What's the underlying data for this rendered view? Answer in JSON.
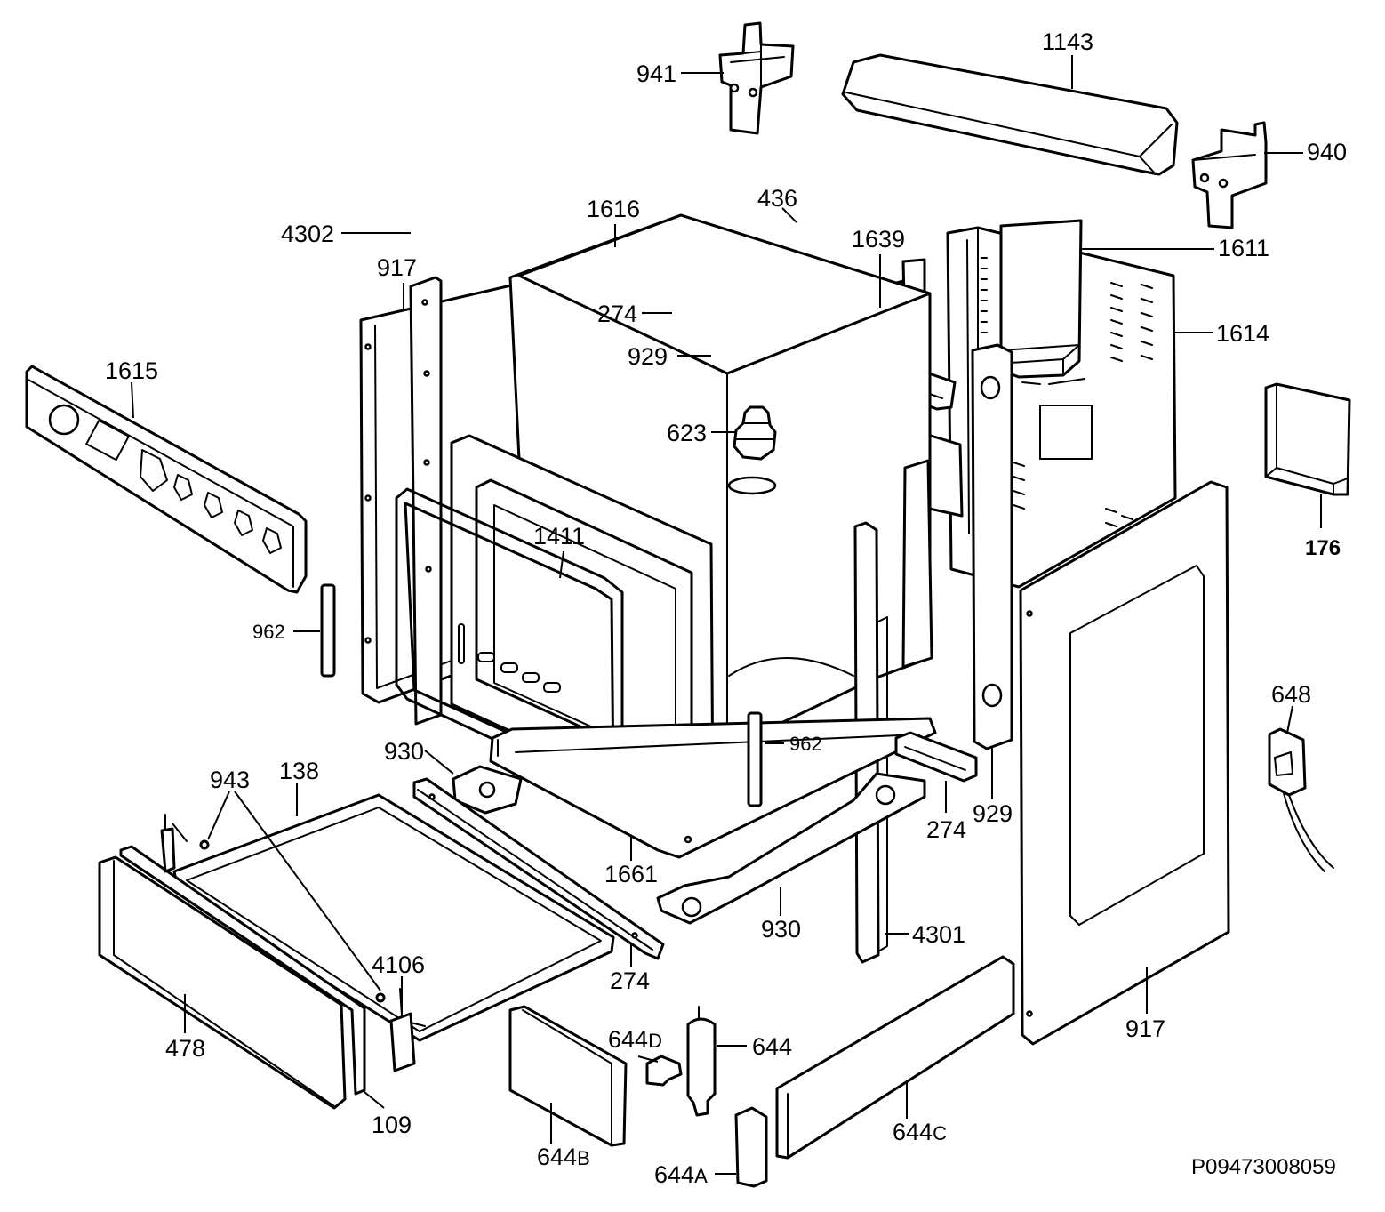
{
  "diagram_code": "P09473008059",
  "labels": {
    "l941": "941",
    "l1143": "1143",
    "l940": "940",
    "l1639": "1639",
    "l1611": "1611",
    "l1614": "1614",
    "l917_top": "917",
    "l274_top": "274",
    "l929_top": "929",
    "l436": "436",
    "l1616": "1616",
    "l623": "623",
    "l4302": "4302",
    "l1615": "1615",
    "l1411": "1411",
    "l962_left": "962",
    "l962_mid": "962",
    "l176": "176",
    "l648": "648",
    "l930_top": "930",
    "l943": "943",
    "l138": "138",
    "l274_right": "274",
    "l929_right": "929",
    "l1661": "1661",
    "l930_bottom": "930",
    "l4301": "4301",
    "l274_bottom": "274",
    "l4106": "4106",
    "l917_right": "917",
    "l478": "478",
    "l109": "109",
    "l644": "644",
    "l644d_num": "644",
    "l644d_suf": "D",
    "l644b_num": "644",
    "l644b_suf": "B",
    "l644c_num": "644",
    "l644c_suf": "C",
    "l644a_num": "644",
    "l644a_suf": "A"
  }
}
